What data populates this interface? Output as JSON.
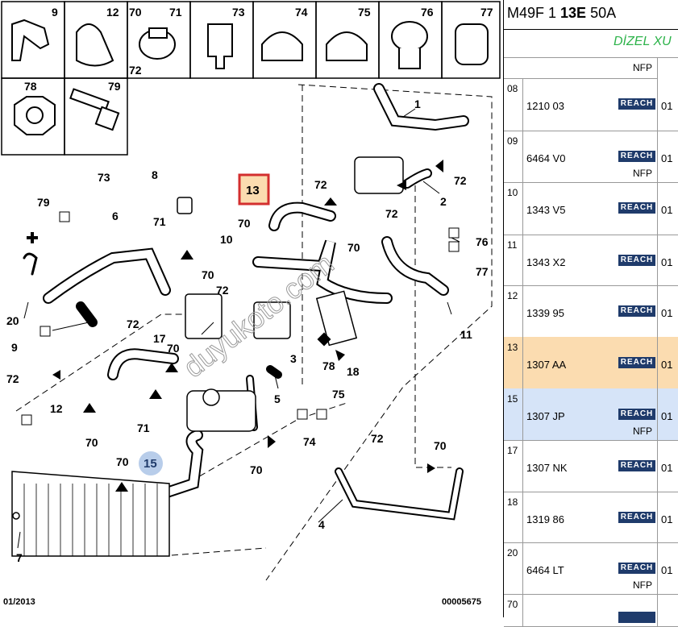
{
  "diagram": {
    "thumbs": [
      "9",
      "12",
      "70",
      "71",
      "73",
      "74",
      "75",
      "76",
      "77",
      "72",
      "78",
      "79"
    ],
    "callouts": [
      "1",
      "2",
      "3",
      "4",
      "5",
      "6",
      "7",
      "8",
      "9",
      "10",
      "11",
      "12",
      "13",
      "15",
      "17",
      "18",
      "20",
      "70",
      "71",
      "72",
      "73",
      "74",
      "75",
      "76",
      "77",
      "78",
      "79"
    ],
    "date": "01/2013",
    "ref": "00005675",
    "watermark": "duyukoto.com",
    "highlight_13": "13",
    "highlight_15": "15"
  },
  "panel": {
    "title_prefix": "M49F 1 ",
    "title_bold": "13E",
    "title_suffix": " 50A",
    "subtitle": "DİZEL XU",
    "nfp_header": "NFP",
    "reach_label": "REACH",
    "rows": [
      {
        "sec": "08",
        "code": "1210 03",
        "qty": "01",
        "nfp": ""
      },
      {
        "sec": "09",
        "code": "6464 V0",
        "qty": "01",
        "nfp": "NFP"
      },
      {
        "sec": "10",
        "code": "1343 V5",
        "qty": "01",
        "nfp": ""
      },
      {
        "sec": "11",
        "code": "1343 X2",
        "qty": "01",
        "nfp": ""
      },
      {
        "sec": "12",
        "code": "1339 95",
        "qty": "01",
        "nfp": ""
      },
      {
        "sec": "13",
        "code": "1307 AA",
        "qty": "01",
        "nfp": ""
      },
      {
        "sec": "15",
        "code": "1307 JP",
        "qty": "01",
        "nfp": "NFP"
      },
      {
        "sec": "17",
        "code": "1307 NK",
        "qty": "01",
        "nfp": ""
      },
      {
        "sec": "18",
        "code": "1319 86",
        "qty": "01",
        "nfp": ""
      },
      {
        "sec": "20",
        "code": "6464 LT",
        "qty": "01",
        "nfp": "NFP"
      },
      {
        "sec": "70",
        "code": "",
        "qty": "",
        "nfp": ""
      }
    ],
    "colors": {
      "accent_green": "#2db34a",
      "reach_blue": "#1f3b6b",
      "highlight_orange": "#fbdcb0",
      "highlight_blue": "#d6e4f8",
      "callout_red": "#d32f2f"
    }
  }
}
